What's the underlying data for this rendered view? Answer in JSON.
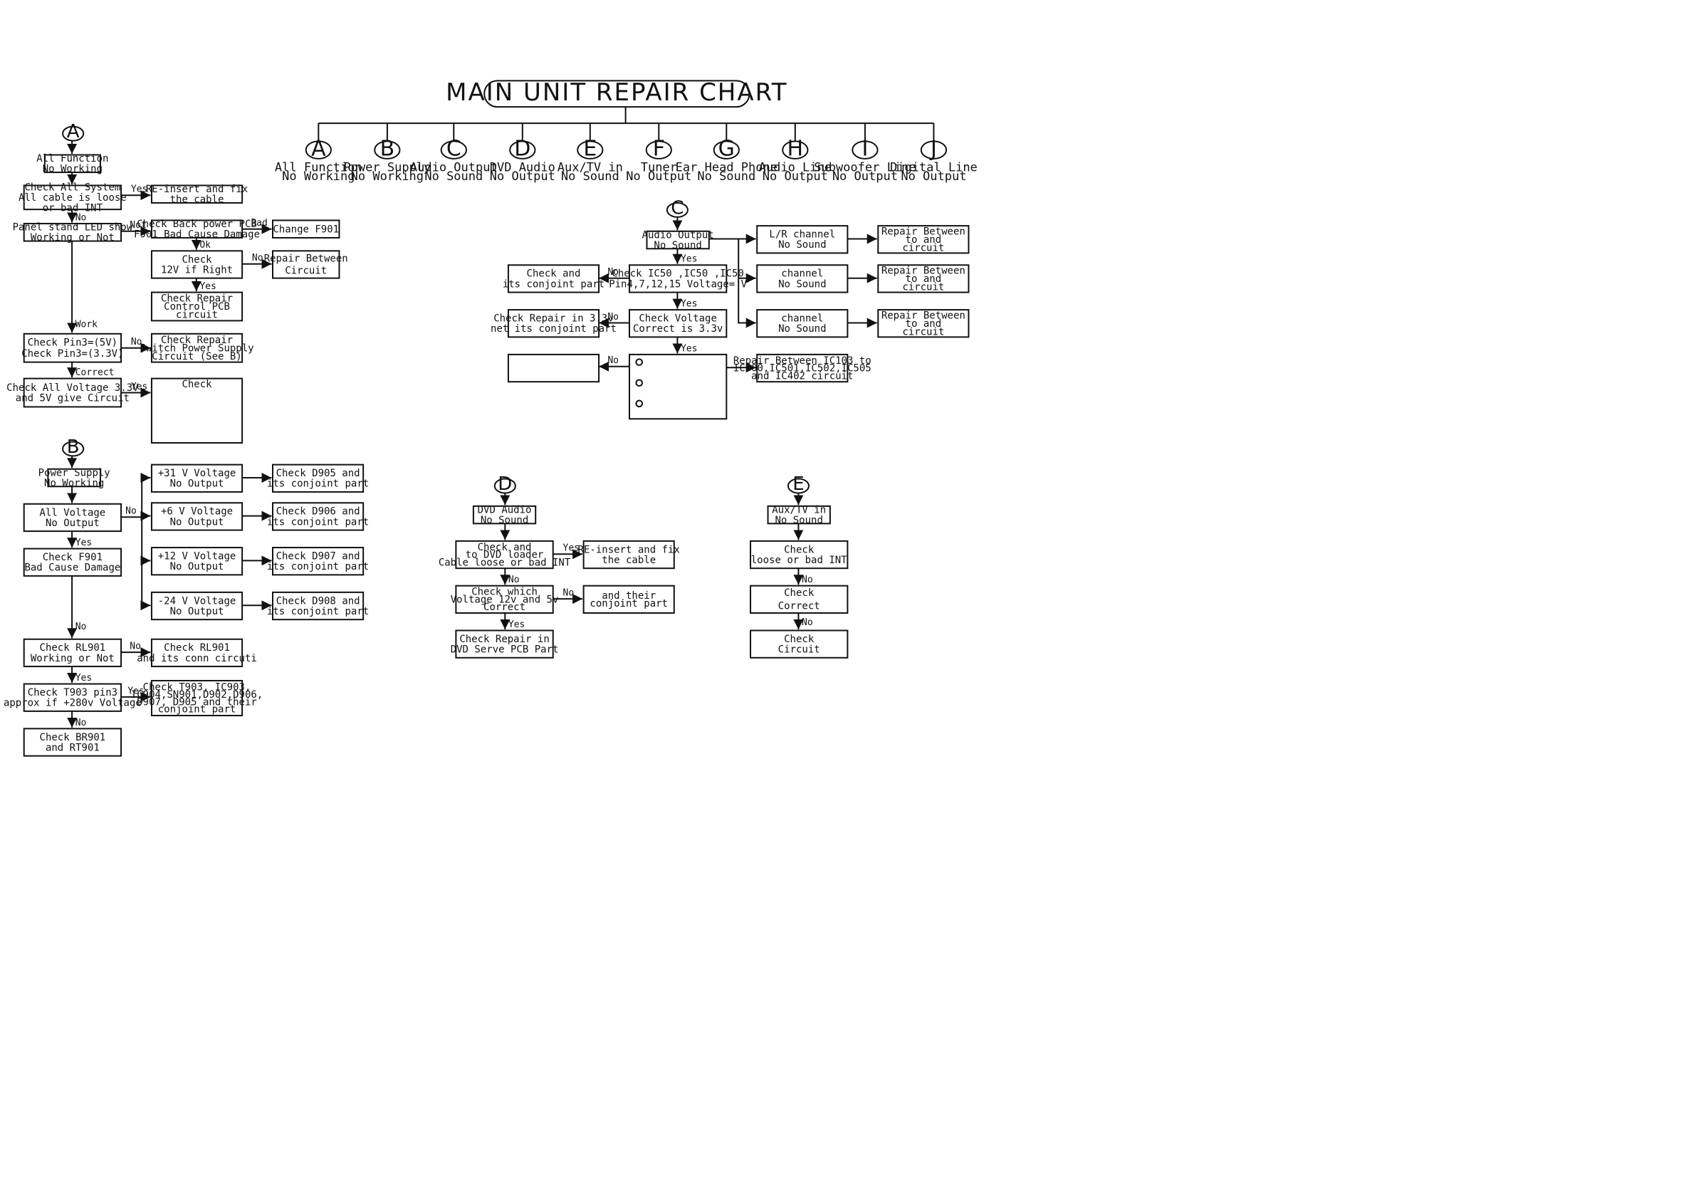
{
  "title": "MAIN UNIT REPAIR CHART",
  "top_nodes": [
    {
      "letter": "A",
      "line1": "All Function",
      "line2": "No Working"
    },
    {
      "letter": "B",
      "line1": "Power Supply",
      "line2": "No Working"
    },
    {
      "letter": "C",
      "line1": "Audio Output",
      "line2": "No Sound"
    },
    {
      "letter": "D",
      "line1": "DVD Audio",
      "line2": "No Output"
    },
    {
      "letter": "E",
      "line1": "Aux/TV in",
      "line2": "No Sound"
    },
    {
      "letter": "F",
      "line1": "Tuner",
      "line2": "No Output"
    },
    {
      "letter": "G",
      "line1": "Ear Head Phone",
      "line2": "No Sound"
    },
    {
      "letter": "H",
      "line1": "Audio Line",
      "line2": "No Output"
    },
    {
      "letter": "I",
      "line1": "Subwoofer Line",
      "line2": "No Output"
    },
    {
      "letter": "J",
      "line1": "Digital Line",
      "line2": "No Output"
    }
  ],
  "section_labels": {
    "a": "A",
    "b": "B",
    "c": "C",
    "d": "D",
    "e": "E"
  },
  "boxes": {
    "a_start": [
      "All Function",
      "No Working"
    ],
    "a_check_cable": [
      "Check All System",
      "All cable is loose",
      "or bad INT"
    ],
    "a_reinsert": [
      "RE-insert and fix",
      "the cable"
    ],
    "a_panel_led": [
      "Panel stand LED show",
      "Working or Not"
    ],
    "a_check_back": [
      "Check Back power PCB",
      "F901 Bad Cause Damage"
    ],
    "a_change_f901": [
      "Change F901"
    ],
    "a_check_12v": [
      "Check",
      "12V if Right"
    ],
    "a_repair_between": [
      "Repair Between",
      "Circuit"
    ],
    "a_check_repair_ctrl": [
      "Check Repair",
      "Control PCB",
      "circuit"
    ],
    "a_check_pin3": [
      "Check        Pin3=(5V)",
      "Check        Pin3=(3.3V)"
    ],
    "a_check_switch": [
      "Check Repair",
      "Switch Power Supply",
      "Circuit (See B)"
    ],
    "a_check_all_volt": [
      "Check All Voltage 3.3V",
      "and 5V give Circuit"
    ],
    "a_check_final": [
      "Check"
    ],
    "b_start": [
      "Power Supply",
      "No Working"
    ],
    "b_all_voltage": [
      "All Voltage",
      "No Output"
    ],
    "b_check_f901": [
      "Check F901",
      "Bad Cause Damage"
    ],
    "b_v31": [
      "+31 V  Voltage",
      "No Output"
    ],
    "b_v6": [
      "+6 V  Voltage",
      "No Output"
    ],
    "b_v12": [
      "+12 V  Voltage",
      "No Output"
    ],
    "b_v24": [
      "-24 V  Voltage",
      "No Output"
    ],
    "b_d905": [
      "Check D905 and",
      "its conjoint part"
    ],
    "b_d906": [
      "Check D906 and",
      "its conjoint part"
    ],
    "b_d907": [
      "Check D907 and",
      "its conjoint part"
    ],
    "b_d908": [
      "Check D908 and",
      "its conjoint part"
    ],
    "b_rl901": [
      "Check RL901",
      "Working or Not"
    ],
    "b_rl901_conn": [
      "Check RL901",
      "and its conn circuti"
    ],
    "b_t903": [
      "Check T903 pin3",
      "approx if +280v Voltage"
    ],
    "b_t903_list": [
      "Check T903, IC903,",
      "IC904,SN901,D902,D906,",
      "D907, D905 and their",
      "conjoint part"
    ],
    "b_br901": [
      "Check BR901",
      "and RT901"
    ],
    "c_start": [
      "Audio Output",
      "No Sound"
    ],
    "c_check_ic50": [
      "Check IC50 ,IC50 ,IC50",
      "Pin4,7,12,15 Voltage=   V"
    ],
    "c_check_conjoint": [
      "Check          and",
      "its conjoint part"
    ],
    "c_check_voltage": [
      "Check          Voltage",
      "Correct is 3.3v"
    ],
    "c_repair_33": [
      "Check Repair in 3.3v",
      "net its conjoint part"
    ],
    "c_empty_left": [],
    "c_circles": [],
    "c_repair_ic103": [
      "Repair Between IC103 to",
      "IC500,IC501,IC502,IC505",
      "and IC402 circuit"
    ],
    "c_lr": [
      "L/R channel",
      "No Sound"
    ],
    "c_ch2": [
      "channel",
      "No Sound"
    ],
    "c_ch3": [
      "channel",
      "No Sound"
    ],
    "c_rep1": [
      "Repair Between",
      "to          and",
      "circuit"
    ],
    "c_rep2": [
      "Repair Between",
      "to          and",
      "circuit"
    ],
    "c_rep3": [
      "Repair Between",
      "to          and",
      "circuit"
    ],
    "d_start": [
      "DVD Audio",
      "No Sound"
    ],
    "d_check_loader": [
      "Check          and",
      "to DVD loader",
      "Cable loose or bad INT"
    ],
    "d_reinsert": [
      "RE-insert and fix",
      "the cable"
    ],
    "d_check_which": [
      "Check          which",
      "Voltage 12v and 5v",
      "Correct"
    ],
    "d_their": [
      "and their",
      "conjoint part"
    ],
    "d_serve": [
      "Check Repair in",
      "DVD Serve PCB Part"
    ],
    "e_start": [
      "Aux/TV in",
      "No Sound"
    ],
    "e_check_loose": [
      "Check",
      "loose or bad INT"
    ],
    "e_check_correct": [
      "Check",
      "Correct"
    ],
    "e_check_circuit": [
      "Check",
      "Circuit"
    ]
  },
  "labels": {
    "a_yes1": "Yes",
    "a_no1": "No",
    "a_not": "Not",
    "a_bad": "Bad",
    "a_ok": "Ok",
    "a_no2": "No",
    "a_yes2": "Yes",
    "a_work": "Work",
    "a_no3": "No",
    "a_correct": "Correct",
    "a_yes3": "Yes",
    "b_no1": "No",
    "b_yes1": "Yes",
    "b_no2": "No",
    "b_no3": "No",
    "b_yes2": "Yes",
    "b_yes3": "Yes",
    "b_no4": "No",
    "c_yes1": "Yes",
    "c_no1": "No",
    "c_yes2": "Yes",
    "c_no2": "No",
    "c_yes3": "Yes",
    "c_no3": "No",
    "d_yes1": "Yes",
    "d_no1": "No",
    "d_no2": "No",
    "d_yes2": "Yes",
    "e_no1": "No",
    "e_no2": "No"
  }
}
